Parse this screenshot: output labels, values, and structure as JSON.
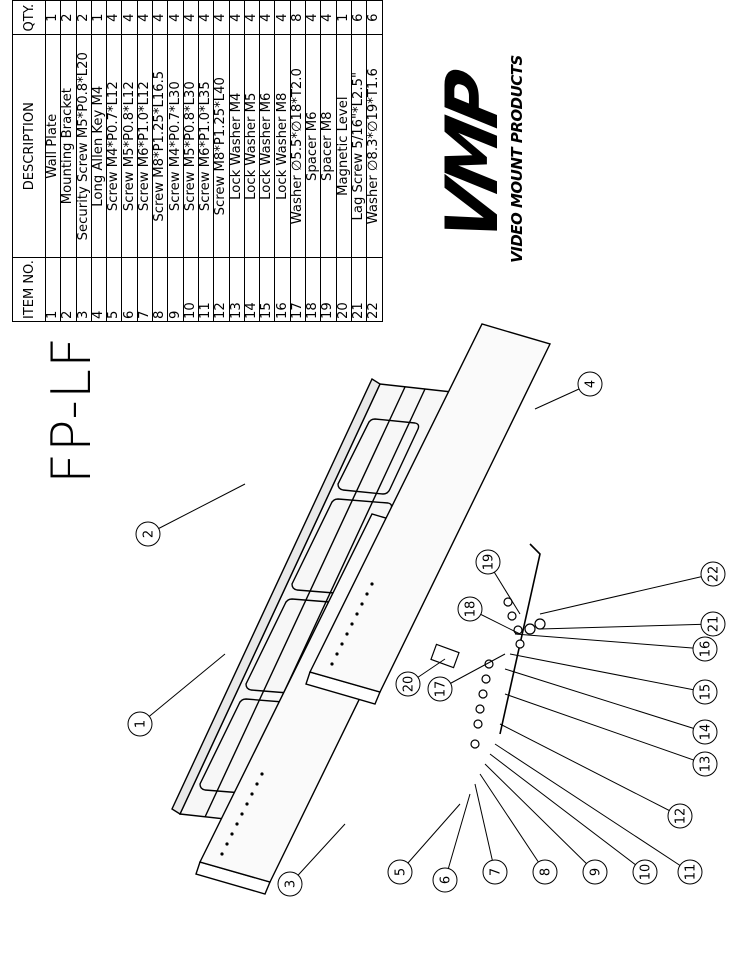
{
  "drawing_title": "FP-LF",
  "bom": {
    "headers": {
      "item": "ITEM NO.",
      "description": "DESCRIPTION",
      "qty": "QTY."
    },
    "rows": [
      {
        "item": "1",
        "description": "Wall Plate",
        "qty": "1"
      },
      {
        "item": "2",
        "description": "Mounting Bracket",
        "qty": "2"
      },
      {
        "item": "3",
        "description": "Security Screw M5*P0.8*L20",
        "qty": "2"
      },
      {
        "item": "4",
        "description": "Long Allen Key M4",
        "qty": "1"
      },
      {
        "item": "5",
        "description": "Screw M4*P0.7*L12",
        "qty": "4"
      },
      {
        "item": "6",
        "description": "Screw M5*P0.8*L12",
        "qty": "4"
      },
      {
        "item": "7",
        "description": "Screw M6*P1.0*L12",
        "qty": "4"
      },
      {
        "item": "8",
        "description": "Screw M8*P1.25*L16.5",
        "qty": "4"
      },
      {
        "item": "9",
        "description": "Screw M4*P0.7*L30",
        "qty": "4"
      },
      {
        "item": "10",
        "description": "Screw M5*P0.8*L30",
        "qty": "4"
      },
      {
        "item": "11",
        "description": "Screw M6*P1.0*L35",
        "qty": "4"
      },
      {
        "item": "12",
        "description": "Screw M8*P1.25*L40",
        "qty": "4"
      },
      {
        "item": "13",
        "description": "Lock Washer M4",
        "qty": "4"
      },
      {
        "item": "14",
        "description": "Lock Washer M5",
        "qty": "4"
      },
      {
        "item": "15",
        "description": "Lock Washer M6",
        "qty": "4"
      },
      {
        "item": "16",
        "description": "Lock Washer M8",
        "qty": "4"
      },
      {
        "item": "17",
        "description": "Washer ∅5.5*∅18*T2.0",
        "qty": "8"
      },
      {
        "item": "18",
        "description": "Spacer M6",
        "qty": "4"
      },
      {
        "item": "19",
        "description": "Spacer M8",
        "qty": "4"
      },
      {
        "item": "20",
        "description": "Magnetic Level",
        "qty": "1"
      },
      {
        "item": "21",
        "description": "Lag Screw 5/16\"*L2.5\"",
        "qty": "6"
      },
      {
        "item": "22",
        "description": "Washer ∅8.3*∅19*T1.6",
        "qty": "6"
      }
    ]
  },
  "logo": {
    "mark": "VMP",
    "subtitle": "VIDEO MOUNT PRODUCTS"
  },
  "callouts": [
    "1",
    "2",
    "3",
    "4",
    "5",
    "6",
    "7",
    "8",
    "9",
    "10",
    "11",
    "12",
    "13",
    "14",
    "15",
    "16",
    "17",
    "18",
    "19",
    "20",
    "21",
    "22"
  ]
}
